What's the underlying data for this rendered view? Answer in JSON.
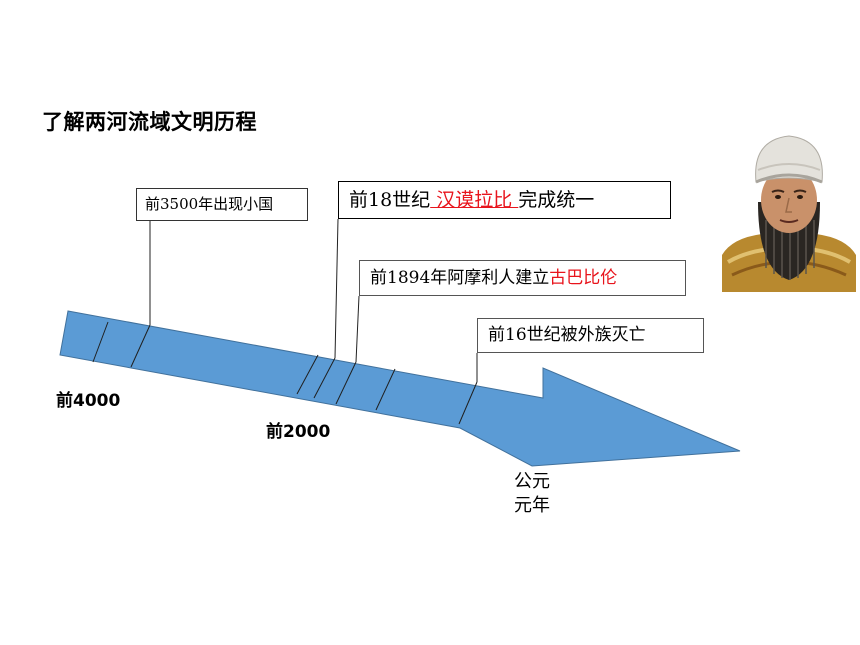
{
  "title": "了解两河流域文明历程",
  "events": {
    "e1": "前3500年出现小国",
    "e2": {
      "prefix": "前18世纪",
      "answer": " 汉谟拉比 ",
      "suffix": " 完成统一"
    },
    "e3": {
      "prefix": "前1894年阿摩利人建立",
      "highlight": "古巴比伦"
    },
    "e4": "前16世纪被外族灭亡"
  },
  "labels": {
    "start": "前4000",
    "mid": "前2000",
    "end_line1": "公元",
    "end_line2": "元年"
  },
  "colors": {
    "arrow_fill": "#5b9bd5",
    "highlight": "#e8141c"
  },
  "icons": {
    "portrait": "king-portrait"
  }
}
